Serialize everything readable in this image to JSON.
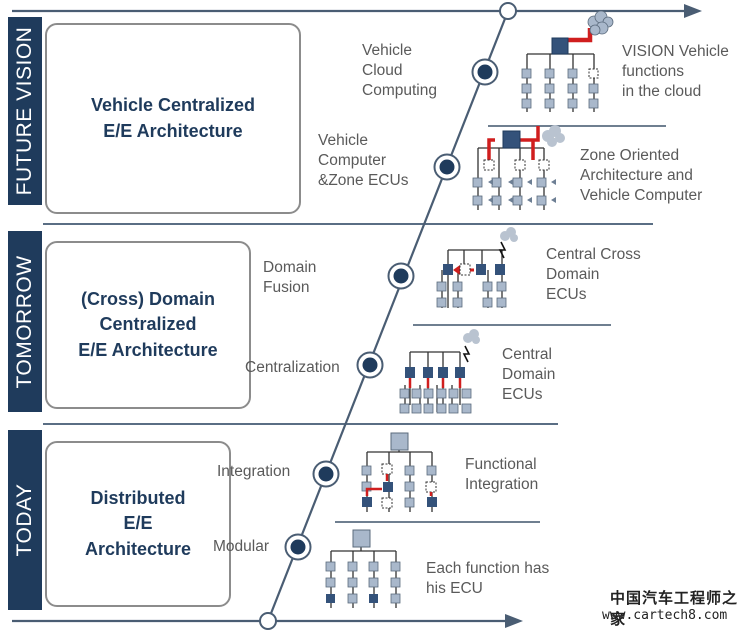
{
  "eras": [
    {
      "id": "future",
      "band_label": "FUTURE VISION",
      "box_text": "Vehicle Centralized\nE/E Architecture"
    },
    {
      "id": "tomorrow",
      "band_label": "TOMORROW",
      "box_text": "(Cross) Domain\nCentralized\nE/E Architecture"
    },
    {
      "id": "today",
      "band_label": "TODAY",
      "box_text": "Distributed\nE/E\nArchitecture"
    }
  ],
  "milestones": [
    {
      "stage": "Vehicle\nCloud\nComputing",
      "description": "VISION Vehicle\n functions\nin the cloud"
    },
    {
      "stage": "Vehicle\nComputer\n&Zone ECUs",
      "description": "Zone Oriented\n Architecture and\n Vehicle Computer"
    },
    {
      "stage": "Domain\nFusion",
      "description": "Central Cross\nDomain\nECUs"
    },
    {
      "stage": "Centralization",
      "description": "Central\nDomain\nECUs"
    },
    {
      "stage": "Integration",
      "description": "Functional\nIntegration"
    },
    {
      "stage": "Modular",
      "description": "Each function has\nhis ECU"
    }
  ],
  "watermark": {
    "cn": "中国汽车工程师之家",
    "url": "www.cartech8.com"
  },
  "colors": {
    "navy": "#1f3b5c",
    "node_dark": "#34527a",
    "node_light": "#a9b8cb",
    "accent_red": "#d01e1e",
    "cloud": "#b9c3d0",
    "timeline": "#4a5d73"
  }
}
